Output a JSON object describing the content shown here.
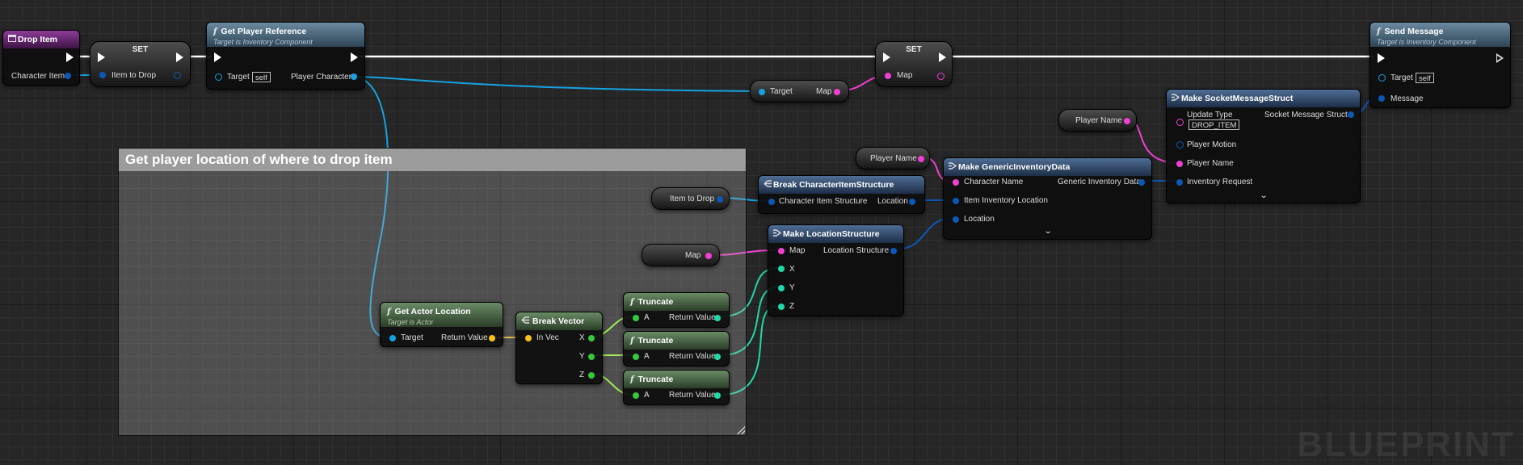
{
  "comment": {
    "title": "Get player location of where to drop item"
  },
  "nodes": {
    "drop_item": {
      "title": "Drop Item",
      "out_pin": "Character Item"
    },
    "set1": {
      "title": "SET",
      "in_pin": "Item to Drop"
    },
    "get_player_ref": {
      "title": "Get Player Reference",
      "subtitle": "Target is Inventory Component",
      "target": "Target",
      "self": "self",
      "output": "Player Character"
    },
    "target_map": {
      "target": "Target",
      "output": "Map"
    },
    "set2": {
      "title": "SET",
      "in_pin": "Map"
    },
    "send_message": {
      "title": "Send Message",
      "subtitle": "Target is Inventory Component",
      "target": "Target",
      "self": "self",
      "message": "Message"
    },
    "player_name_var1": {
      "label": "Player Name"
    },
    "player_name_var2": {
      "label": "Player Name"
    },
    "make_socket": {
      "title": "Make SocketMessageStruct",
      "pins": [
        "Update Type",
        "Player Motion",
        "Player Name",
        "Inventory Request"
      ],
      "update_value": "DROP_ITEM",
      "output": "Socket Message Struct"
    },
    "make_generic": {
      "title": "Make GenericInventoryData",
      "pins": [
        "Character Name",
        "Item Inventory Location",
        "Location"
      ],
      "output": "Generic Inventory Data"
    },
    "item_to_drop_var": {
      "label": "Item to Drop"
    },
    "break_char": {
      "title": "Break CharacterItemStructure",
      "input": "Character Item Structure",
      "output": "Location"
    },
    "map_var": {
      "label": "Map"
    },
    "make_loc": {
      "title": "Make LocationStructure",
      "pins": [
        "Map",
        "X",
        "Y",
        "Z"
      ],
      "output": "Location Structure"
    },
    "get_actor_loc": {
      "title": "Get Actor Location",
      "subtitle": "Target is Actor",
      "target": "Target",
      "output": "Return Value"
    },
    "break_vector": {
      "title": "Break Vector",
      "input": "In Vec",
      "outputs": [
        "X",
        "Y",
        "Z"
      ]
    },
    "truncate1": {
      "title": "Truncate",
      "input": "A",
      "output": "Return Value"
    },
    "truncate2": {
      "title": "Truncate",
      "input": "A",
      "output": "Return Value"
    },
    "truncate3": {
      "title": "Truncate",
      "input": "A",
      "output": "Return Value"
    }
  },
  "watermark": "BLUEPRINT",
  "colors": {
    "exec": "#ffffff",
    "object": "#16a2e0",
    "string": "#f040d0",
    "struct": "#0c58b4",
    "integer": "#20d8a8",
    "float": "#96ff2a",
    "vector": "#f5c21a"
  },
  "icons": [
    "event-icon",
    "function-icon",
    "make-struct-icon",
    "break-struct-icon",
    "chevron-down-icon",
    "resize-grip-icon"
  ]
}
